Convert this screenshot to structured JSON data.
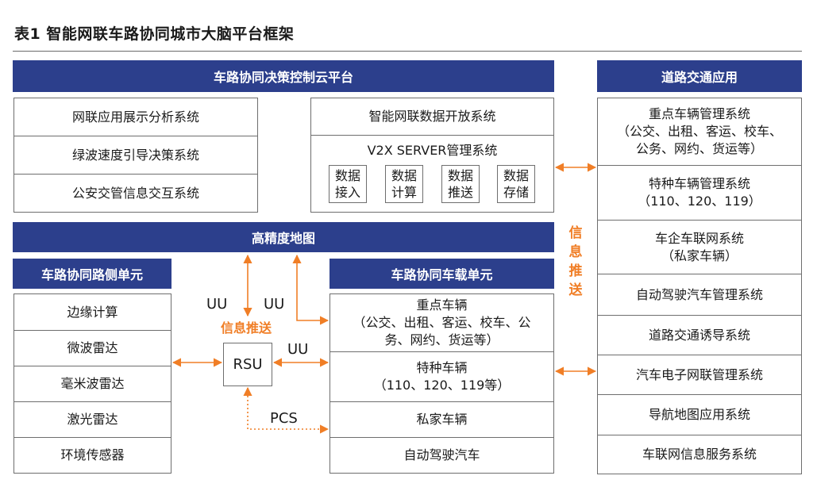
{
  "title": "表1  智能网联车路协同城市大脑平台框架",
  "cloud": {
    "header": "车路协同决策控制云平台",
    "left_items": [
      "网联应用展示分析系统",
      "绿波速度引导决策系统",
      "公安交管信息交互系统"
    ],
    "open_system": "智能网联数据开放系统",
    "v2x_title": "V2X SERVER管理系统",
    "modules": [
      {
        "line1": "数据",
        "line2": "接入"
      },
      {
        "line1": "数据",
        "line2": "计算"
      },
      {
        "line1": "数据",
        "line2": "推送"
      },
      {
        "line1": "数据",
        "line2": "存储"
      }
    ]
  },
  "hd_map": "高精度地图",
  "roadside": {
    "header": "车路协同路侧单元",
    "items": [
      "边缘计算",
      "微波雷达",
      "毫米波雷达",
      "激光雷达",
      "环境传感器"
    ]
  },
  "vehicle": {
    "header": "车路协同车载单元",
    "items": [
      {
        "line1": "重点车辆",
        "line2": "（公交、出租、客运、校车、公",
        "line3": "务、网约、货运等）"
      },
      {
        "line1": "特种车辆",
        "line2": "（110、120、119等）"
      },
      {
        "line1": "私家车辆"
      },
      {
        "line1": "自动驾驶汽车"
      }
    ]
  },
  "rsu": "RSU",
  "labels": {
    "uu_left": "UU",
    "uu_right": "UU",
    "uu_rsu": "UU",
    "info_push": "信息推送",
    "pcs": "PCS",
    "vertical_info_push": "信息推送"
  },
  "road_traffic": {
    "header": "道路交通应用",
    "items": [
      {
        "line1": "重点车辆管理系统",
        "line2": "（公交、出租、客运、校车、",
        "line3": "公务、网约、货运等）"
      },
      {
        "line1": "特种车辆管理系统",
        "line2": "（110、120、119）"
      },
      {
        "line1": "车企车联网系统",
        "line2": "（私家车辆）"
      },
      {
        "line1": "自动驾驶汽车管理系统"
      },
      {
        "line1": "道路交通诱导系统"
      },
      {
        "line1": "汽车电子网联管理系统"
      },
      {
        "line1": "导航地图应用系统"
      },
      {
        "line1": "车联网信息服务系统"
      }
    ]
  },
  "colors": {
    "header_bg": "#2c3f8c",
    "accent": "#f07e26",
    "border": "#6e6e6e"
  }
}
